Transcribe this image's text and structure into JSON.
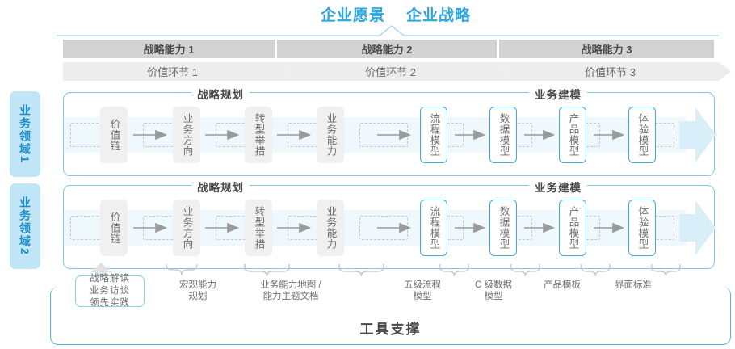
{
  "top": {
    "titles": [
      "企业愿景",
      "企业战略"
    ],
    "accent": "#2ca6dd"
  },
  "capabilities": [
    {
      "label": "战略能力 1"
    },
    {
      "label": "战略能力 2"
    },
    {
      "label": "战略能力 3"
    }
  ],
  "value_links": [
    {
      "label": "价值环节 1"
    },
    {
      "label": "价值环节 2"
    },
    {
      "label": "价值环节 3"
    }
  ],
  "domains": [
    {
      "label": "业务领域",
      "num": "1"
    },
    {
      "label": "业务领域",
      "num": "2"
    }
  ],
  "phases": [
    {
      "label": "战略规划"
    },
    {
      "label": "业务建模"
    }
  ],
  "nodes_grey": [
    {
      "label": "价值链"
    },
    {
      "label": "业务方向"
    },
    {
      "label": "转型举措"
    },
    {
      "label": "业务能力"
    }
  ],
  "nodes_blue": [
    {
      "label": "流程模型"
    },
    {
      "label": "数据模型"
    },
    {
      "label": "产品模型"
    },
    {
      "label": "体验模型"
    }
  ],
  "footer": {
    "highlight_box": {
      "lines": [
        "战略解读",
        "业务访谈",
        "领先实践"
      ]
    },
    "notes": [
      {
        "lines": [
          "宏观能力",
          "规划"
        ]
      },
      {
        "lines": [
          "业务能力地图 /",
          "能力主题文档"
        ]
      },
      {
        "lines": [
          "五级流程",
          "模型"
        ]
      },
      {
        "lines": [
          "C 级数据",
          "模型"
        ]
      },
      {
        "lines": [
          "产品模板",
          ""
        ]
      },
      {
        "lines": [
          "界面标准",
          ""
        ]
      }
    ],
    "tool_title": "工具支撑"
  },
  "colors": {
    "brand_blue": "#2ca6dd",
    "panel_border": "#7ec8e8",
    "band": "#eff8fd",
    "grey_node": "#f0f0f0",
    "cap_bar": "#d2d2d2",
    "val_bar": "#ededed"
  }
}
